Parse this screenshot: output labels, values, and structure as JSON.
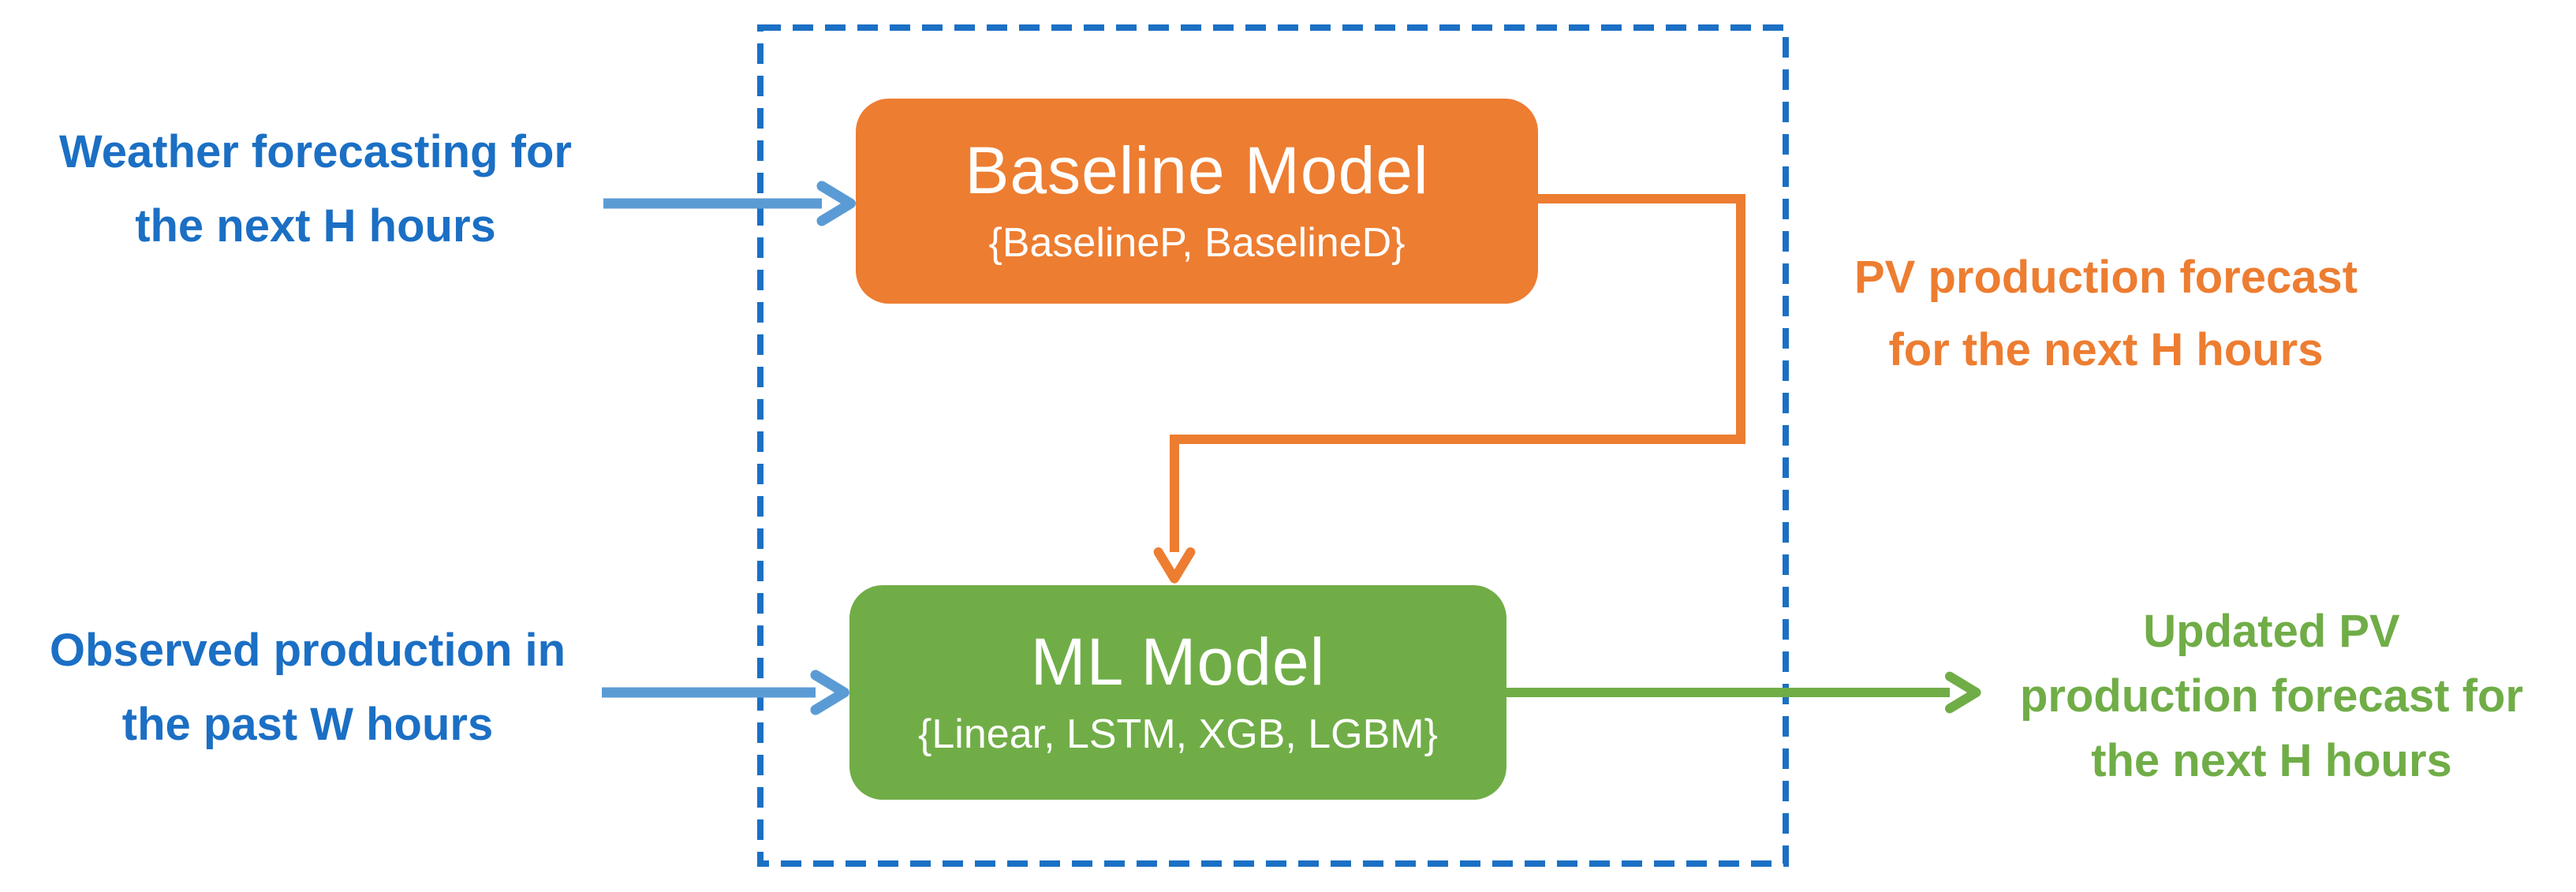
{
  "diagram": {
    "type": "flow-diagram",
    "description_colors": {
      "blue_text": "#1B6FC4",
      "blue_arrow": "#5B9BD5",
      "dashed_border_blue": "#1B70C4",
      "orange_accent": "#ED7D31",
      "green_accent": "#70AD47"
    },
    "nodes": {
      "baseline": {
        "title": "Baseline Model",
        "subtitle": "{BaselineP, BaselineD}"
      },
      "ml": {
        "title": "ML Model",
        "subtitle": "{Linear, LSTM, XGB, LGBM}"
      }
    },
    "labels": {
      "weather_input": {
        "lines": [
          "Weather forecasting for",
          "the next H hours"
        ]
      },
      "observed_input": {
        "lines": [
          "Observed production in",
          "the past W hours"
        ]
      },
      "pv_forecast": {
        "lines": [
          "PV production forecast",
          "for the next H hours"
        ]
      },
      "updated_forecast": {
        "lines": [
          "Updated PV",
          "production forecast for",
          "the next H hours"
        ]
      }
    },
    "edges": [
      {
        "from": "weather_input",
        "to": "baseline",
        "color": "#5B9BD5"
      },
      {
        "from": "observed_input",
        "to": "ml",
        "color": "#5B9BD5"
      },
      {
        "from": "baseline",
        "to": "ml",
        "color": "#ED7D31",
        "label": "PV production forecast for the next H hours"
      },
      {
        "from": "ml",
        "to": "updated_forecast",
        "color": "#70AD47"
      }
    ]
  }
}
